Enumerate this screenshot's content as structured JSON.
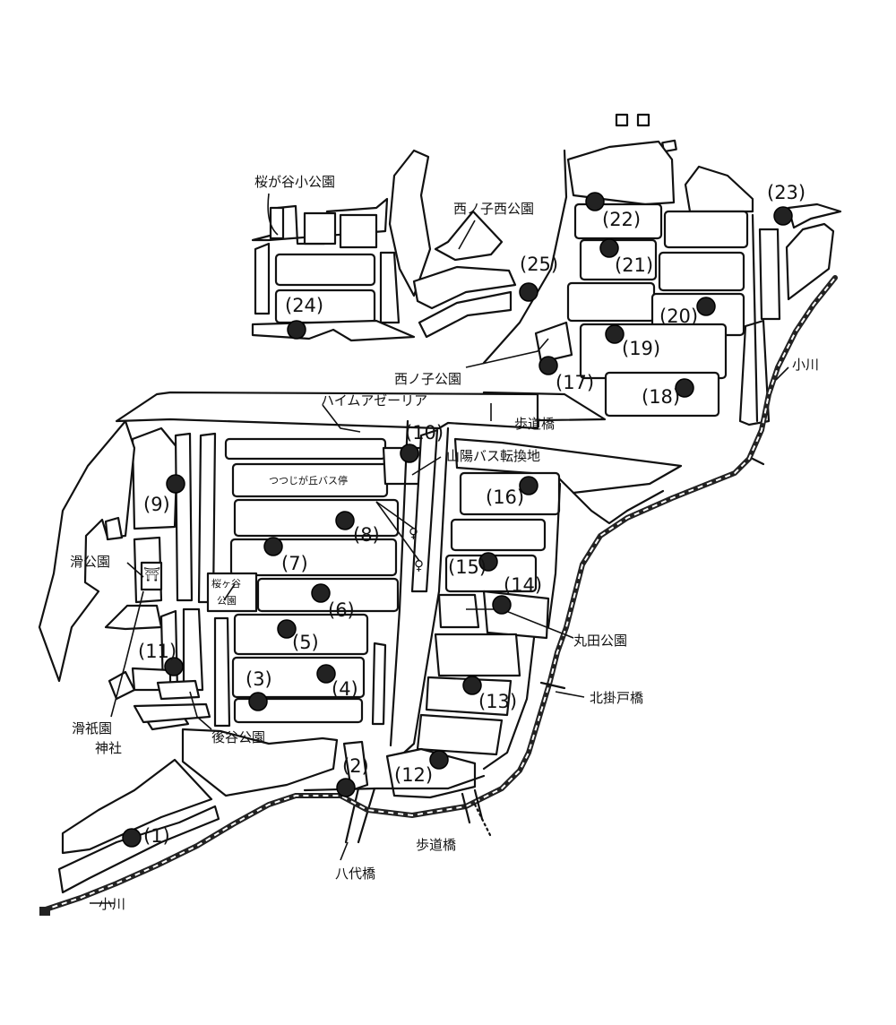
{
  "stops": [
    "(1)",
    "(2)",
    "(3)",
    "(4)",
    "(5)",
    "(6)",
    "(7)",
    "(8)",
    "(9)",
    "(10)",
    "(11)",
    "(12)",
    "(13)",
    "(14)",
    "(15)",
    "(16)",
    "(17)",
    "(18)",
    "(19)",
    "(20)",
    "(21)",
    "(22)",
    "(23)",
    "(24)",
    "(25)"
  ],
  "labels": {
    "sakuragadani_small_park": "桜が谷小公園",
    "nishinoko_west_park": "西ノ子西公園",
    "nishinoko_park": "西ノ子公園",
    "ogawa_top": "小川",
    "ogawa_bottom": "小川",
    "footbridge_top": "歩道橋",
    "footbridge_bottom": "歩道橋",
    "heim_azalea": "ハイムアゼーリア",
    "sanyo_bus_turnaround": "山陽バス転換地",
    "tsutsujigaoka_bus_stop": "つつじが丘バス停",
    "name_park": "滑公園",
    "sakuragadani_park_1": "桜ヶ谷",
    "sakuragadani_park_2": "公園",
    "maruta_park": "丸田公園",
    "kitakakedo_bridge": "北掛戸橋",
    "namegion_shrine_1": "滑祇園",
    "namegion_shrine_2": "神社",
    "ushirodani_park": "後谷公園",
    "yashiro_bridge": "八代橋",
    "shrine_mark": "⛩",
    "bus_mark_1": "♀",
    "bus_mark_2": "♀"
  }
}
